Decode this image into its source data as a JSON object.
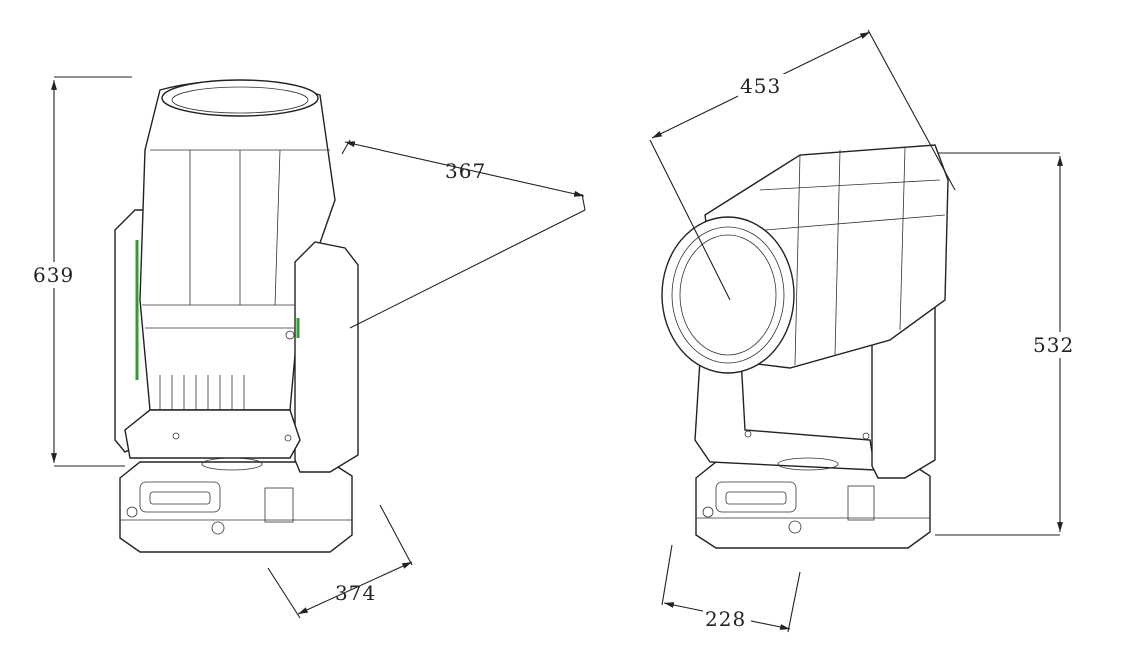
{
  "drawing": {
    "dimensions": {
      "left_height": "639",
      "left_depth": "367",
      "left_width": "374",
      "right_diagonal": "453",
      "right_height": "532",
      "right_width": "228"
    },
    "colors": {
      "line": "#222222",
      "accent_green": "#2f9e2f",
      "background": "#ffffff"
    }
  }
}
